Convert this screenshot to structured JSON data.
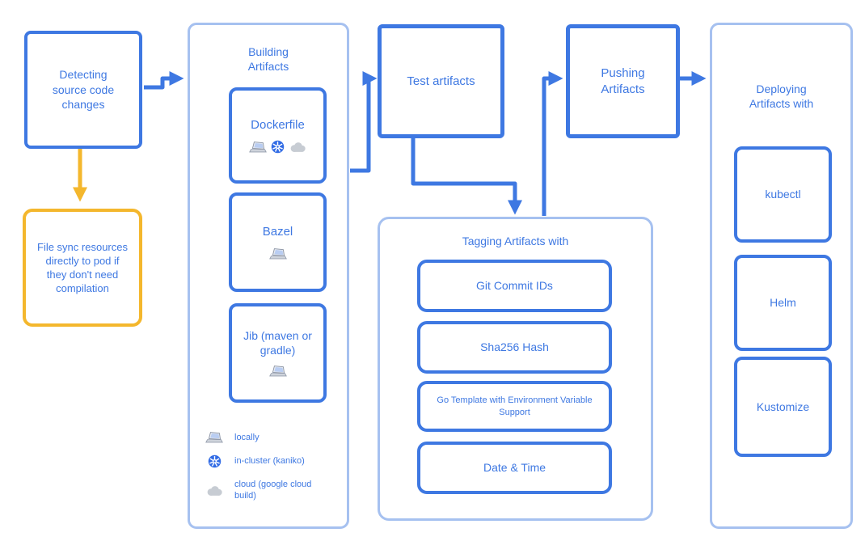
{
  "diagram_title": "Skaffold pipeline stages diagram",
  "colors": {
    "node_blue": "#3e78e2",
    "group_border_blue": "#a6c1f0",
    "accent_yellow": "#f4b72d",
    "kubernetes_blue": "#326ce5",
    "icon_gray": "#c7ccd3"
  },
  "nodes": {
    "detecting": {
      "label": "Detecting source code changes"
    },
    "file_sync": {
      "label": "File sync resources directly to pod if they don't need compilation"
    },
    "building": {
      "title": "Building Artifacts",
      "items": [
        {
          "label": "Dockerfile",
          "icons": [
            "laptop",
            "kubernetes",
            "cloud"
          ]
        },
        {
          "label": "Bazel",
          "icons": [
            "laptop"
          ]
        },
        {
          "label": "Jib (maven or gradle)",
          "icons": [
            "laptop"
          ]
        }
      ],
      "legend": [
        {
          "icon": "laptop",
          "label": "locally"
        },
        {
          "icon": "kubernetes",
          "label": "in-cluster (kaniko)"
        },
        {
          "icon": "cloud",
          "label": "cloud (google cloud build)"
        }
      ]
    },
    "test": {
      "label": "Test artifacts"
    },
    "tagging": {
      "title": "Tagging Artifacts with",
      "items": [
        {
          "label": "Git Commit IDs"
        },
        {
          "label": "Sha256 Hash"
        },
        {
          "label": "Go Template with Environment Variable Support"
        },
        {
          "label": "Date & Time"
        }
      ]
    },
    "pushing": {
      "label": "Pushing Artifacts"
    },
    "deploying": {
      "title": "Deploying Artifacts with",
      "items": [
        {
          "label": "kubectl"
        },
        {
          "label": "Helm"
        },
        {
          "label": "Kustomize"
        }
      ]
    }
  },
  "edges": [
    {
      "from": "detecting-source-changes",
      "to": "building-artifacts",
      "color": "blue"
    },
    {
      "from": "detecting-source-changes",
      "to": "file-sync",
      "color": "yellow"
    },
    {
      "from": "building-artifacts",
      "to": "test-artifacts",
      "color": "blue"
    },
    {
      "from": "test-artifacts",
      "to": "tagging-artifacts",
      "color": "blue"
    },
    {
      "from": "tagging-artifacts",
      "to": "pushing-artifacts",
      "color": "blue"
    },
    {
      "from": "pushing-artifacts",
      "to": "deploying-artifacts",
      "color": "blue"
    }
  ]
}
